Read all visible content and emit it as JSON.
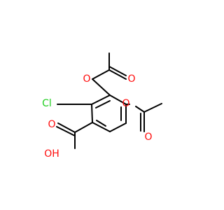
{
  "diagram": {
    "atoms": [
      {
        "id": "O1",
        "label": "O",
        "color": "#ff0d0d"
      },
      {
        "id": "O2",
        "label": "O",
        "color": "#ff0d0d"
      },
      {
        "id": "O3",
        "label": "O",
        "color": "#ff0d0d"
      },
      {
        "id": "O4",
        "label": "O",
        "color": "#ff0d0d"
      },
      {
        "id": "O5",
        "label": "O",
        "color": "#ff0d0d"
      },
      {
        "id": "OH",
        "label": "OH",
        "color": "#ff0d0d"
      },
      {
        "id": "Cl",
        "label": "Cl",
        "color": "#1fce1f"
      }
    ]
  }
}
